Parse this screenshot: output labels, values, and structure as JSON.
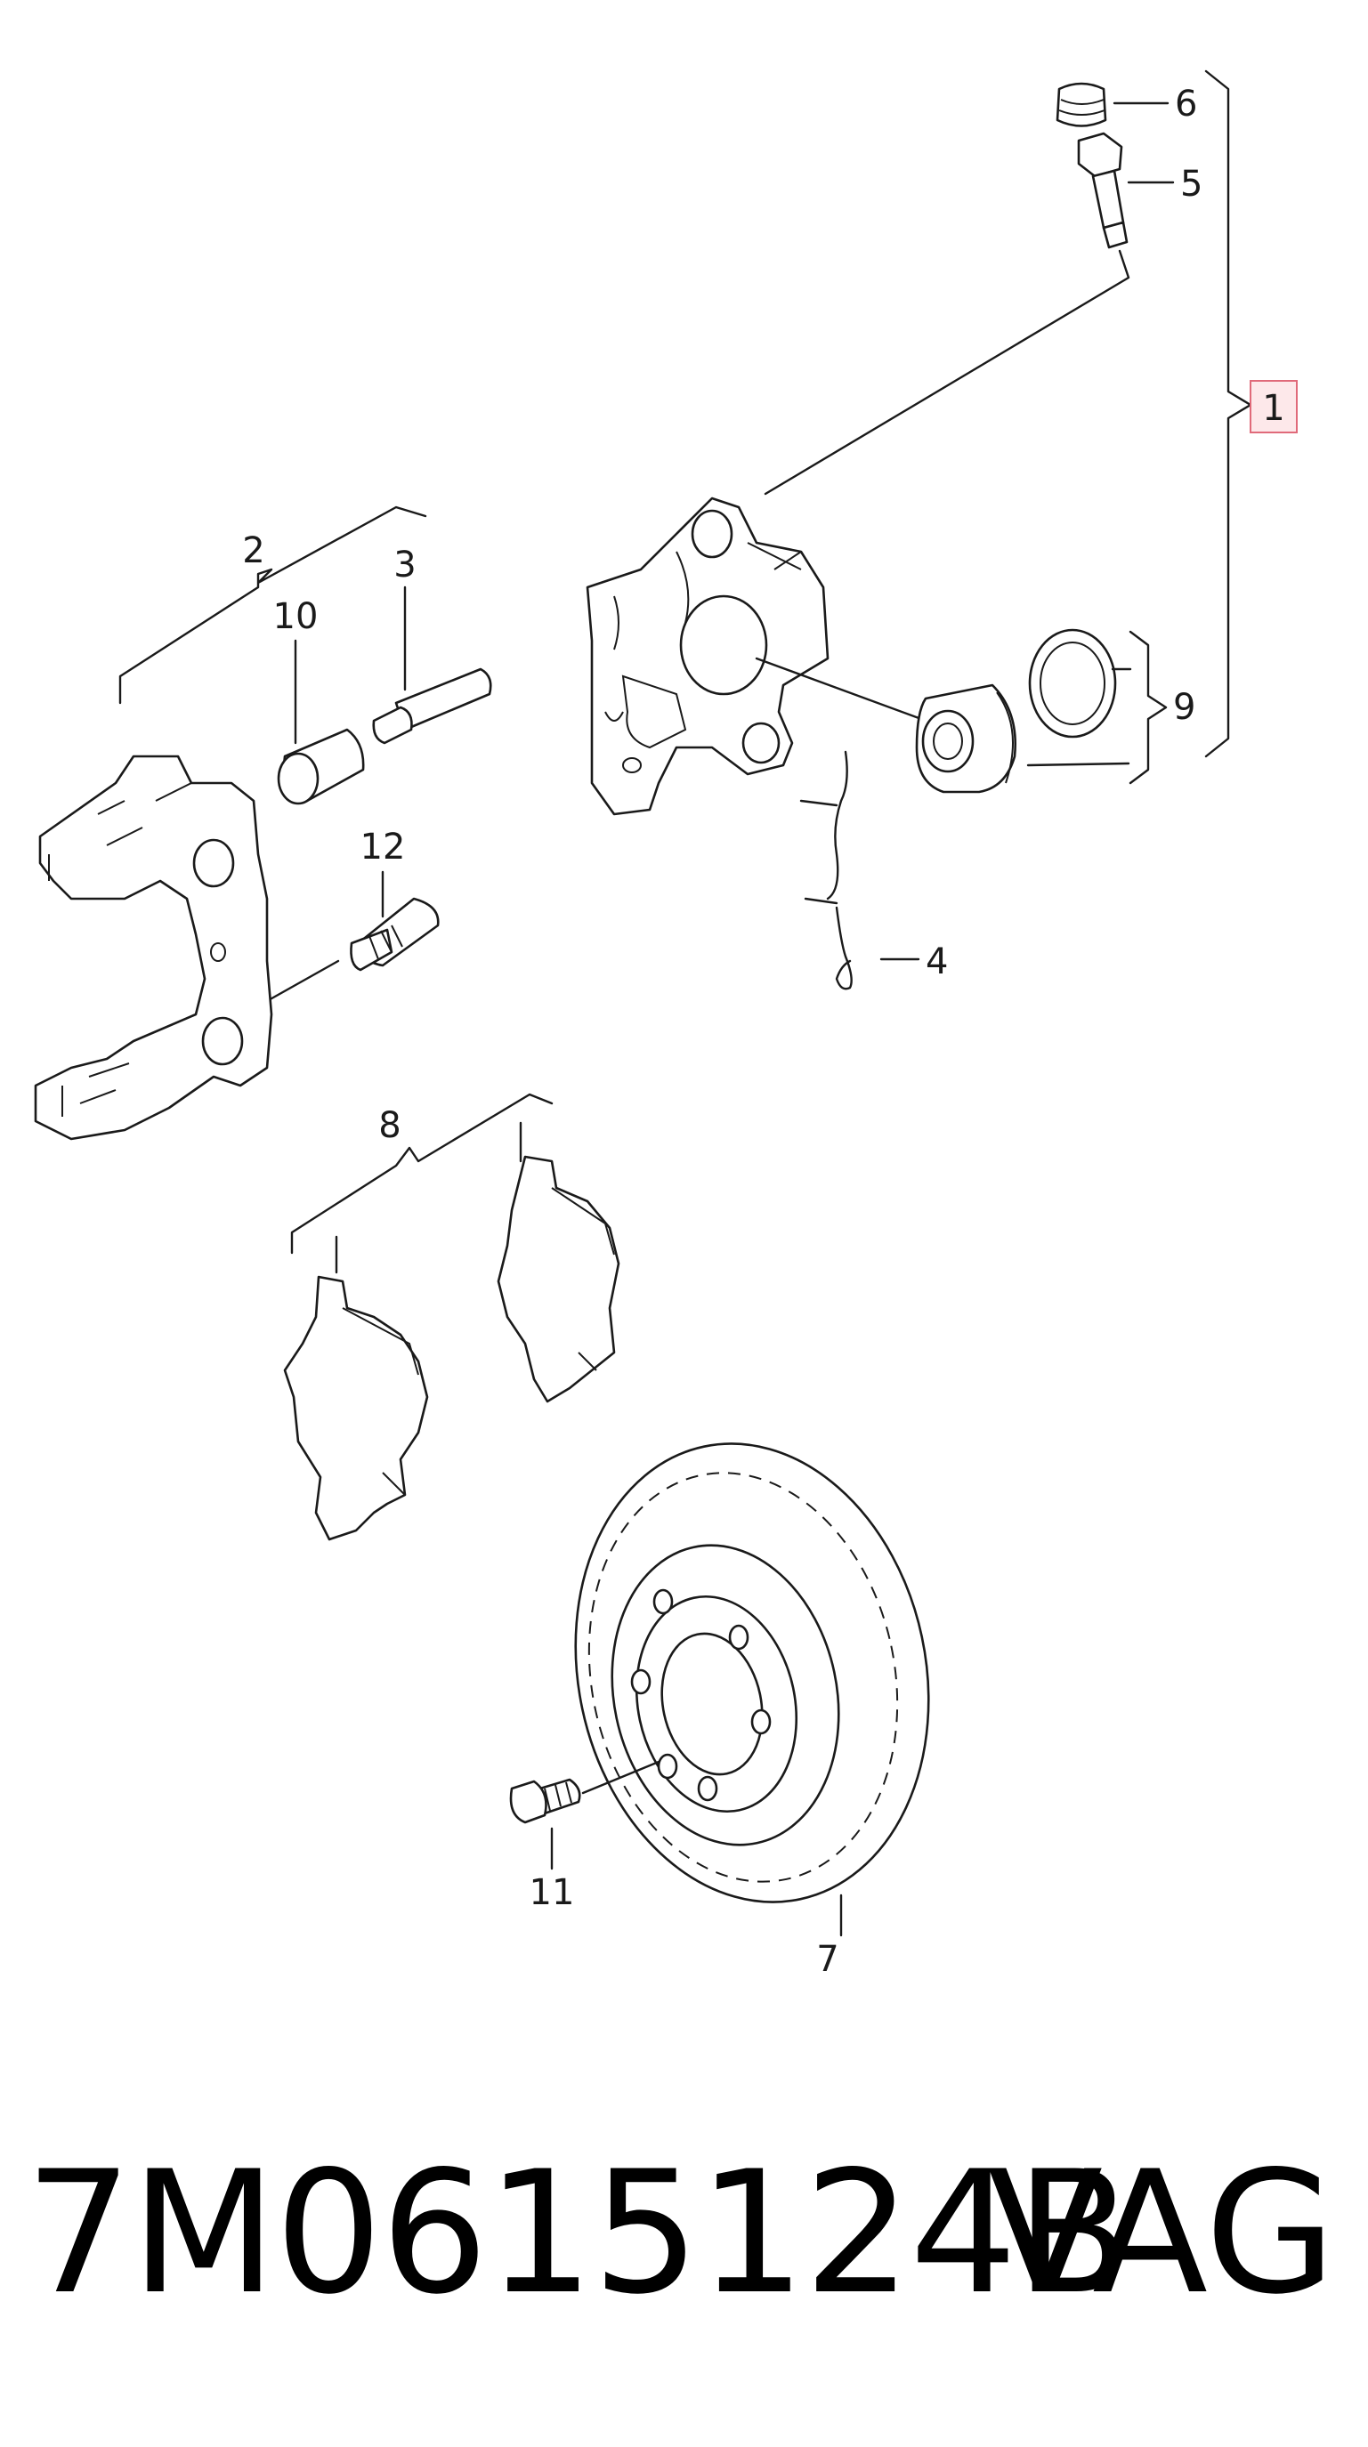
{
  "callouts": {
    "c1": "1",
    "c2": "2",
    "c3": "3",
    "c4": "4",
    "c5": "5",
    "c6": "6",
    "c7": "7",
    "c8": "8",
    "c9": "9",
    "c10": "10",
    "c11": "11",
    "c12": "12"
  },
  "highlighted_callout": "1",
  "footer": {
    "part_number": "7M0615124B",
    "brand": "VAG"
  },
  "colors": {
    "ink": "#1a1a1a",
    "highlight_fill": "#fde8ea",
    "highlight_stroke": "#e06a7a"
  }
}
